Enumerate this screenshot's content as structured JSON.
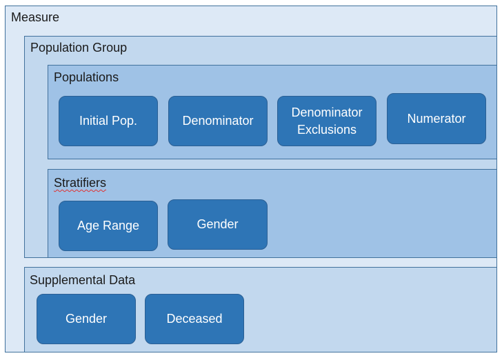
{
  "measure": {
    "label": "Measure"
  },
  "population_group": {
    "label": "Population Group",
    "populations": {
      "label": "Populations",
      "items": [
        {
          "text": "Initial Pop."
        },
        {
          "text": "Denominator"
        },
        {
          "text_line1": "Denominator",
          "text_line2": "Exclusions"
        },
        {
          "text": "Numerator"
        }
      ]
    },
    "stratifiers": {
      "label": "Stratifiers",
      "items": [
        {
          "text": "Age Range"
        },
        {
          "text": "Gender"
        }
      ]
    }
  },
  "supplemental_data": {
    "label": "Supplemental Data",
    "items": [
      {
        "text": "Gender"
      },
      {
        "text": "Deceased"
      }
    ]
  },
  "colors": {
    "measure_fill": "#dde9f6",
    "group_fill": "#c2d8ee",
    "section_fill": "#9fc2e6",
    "pill_fill": "#2e75b6",
    "border": "#41719c",
    "pill_text": "#ffffff"
  }
}
